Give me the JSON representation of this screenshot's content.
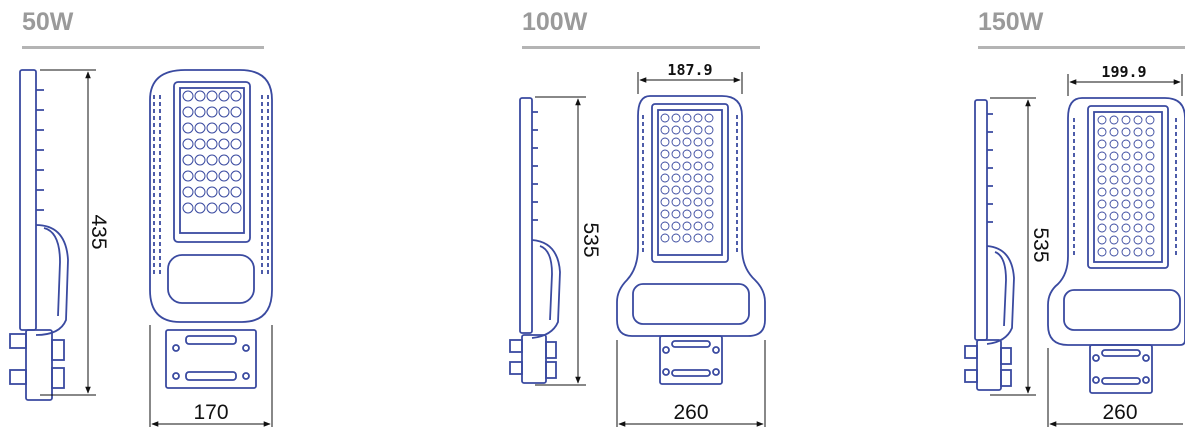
{
  "models": [
    {
      "title": "50W",
      "height": "435",
      "width": "170",
      "inner_width": ""
    },
    {
      "title": "100W",
      "height": "535",
      "width": "260",
      "inner_width": "187.9"
    },
    {
      "title": "150W",
      "height": "535",
      "width": "260",
      "inner_width": "199.9"
    }
  ],
  "colors": {
    "title": "#9a9a9a",
    "rule": "#b4b4b4",
    "outline": "#3a4aa0",
    "dimension": "#111111"
  }
}
